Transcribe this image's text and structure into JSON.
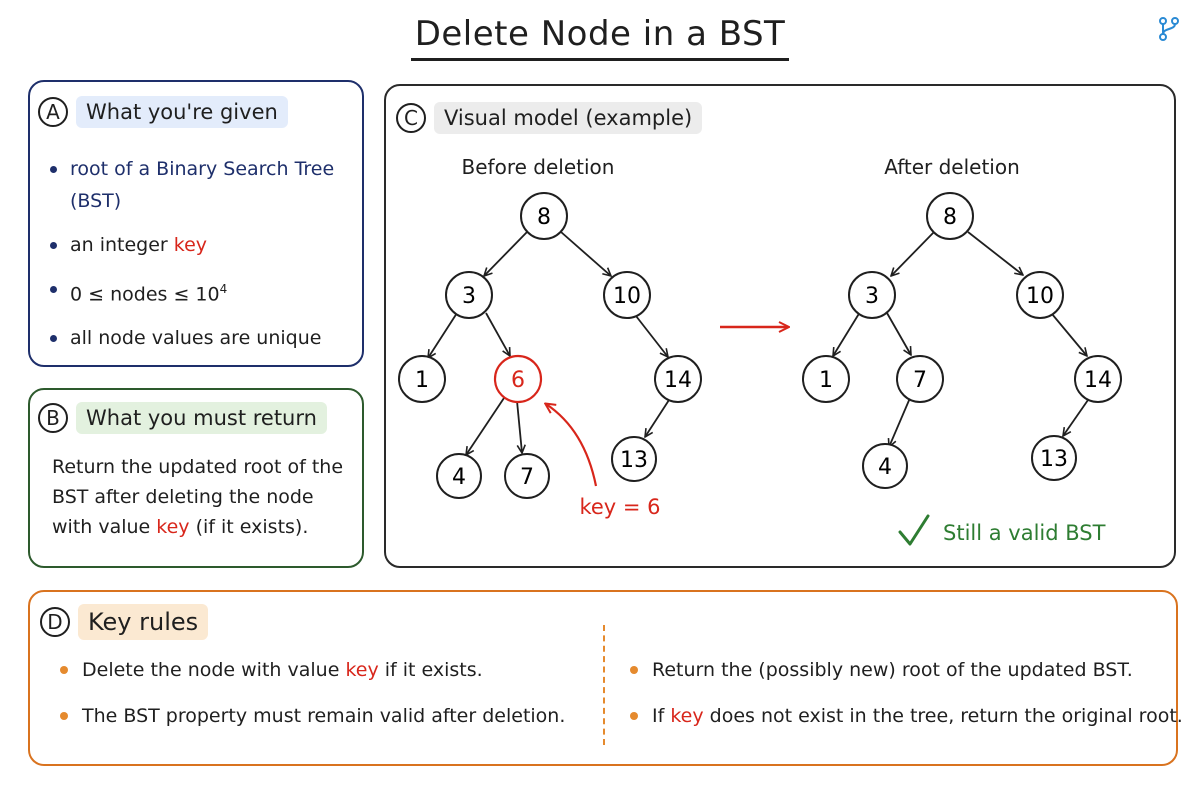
{
  "title": "Delete Node in a BST",
  "logo_icon": "branch-icon",
  "panel_a": {
    "letter": "A",
    "heading": "What you're given",
    "items": [
      {
        "pre": "",
        "hl": "root",
        "post": " of a Binary Search Tree (BST)"
      },
      {
        "pre": "an integer ",
        "hl": "key",
        "post": ""
      },
      {
        "pre": "0 ≤ nodes ≤ 10",
        "sup": "4"
      },
      {
        "pre": "all node values are unique"
      }
    ]
  },
  "panel_b": {
    "letter": "B",
    "heading": "What you must return",
    "pre": "Return the updated root of the BST after deleting the node with value ",
    "hl": "key",
    "post": " (if it exists)."
  },
  "panel_c": {
    "letter": "C",
    "heading": "Visual model (example)",
    "before_label": "Before deletion",
    "after_label": "After deletion",
    "key_label": "key = 6",
    "status": "Still a valid BST",
    "before_nodes": [
      "8",
      "3",
      "10",
      "1",
      "6",
      "14",
      "4",
      "7",
      "13"
    ],
    "after_nodes": [
      "8",
      "3",
      "10",
      "1",
      "7",
      "14",
      "4",
      "13"
    ],
    "deleted_node": "6"
  },
  "panel_d": {
    "letter": "D",
    "heading": "Key rules",
    "left": [
      {
        "pre": "Delete the node with value ",
        "hl": "key",
        "post": " if it exists."
      },
      {
        "pre": "The BST property must remain valid after deletion.",
        "hl": "",
        "post": ""
      }
    ],
    "right": [
      {
        "pre": "Return the (possibly new) root of the updated BST.",
        "hl": "",
        "post": ""
      },
      {
        "pre": "If ",
        "hl": "key",
        "post": " does not exist in the tree, return the original root."
      }
    ]
  },
  "colors": {
    "navy": "#1e2f6b",
    "green": "#2d5a2d",
    "orange": "#d9731f",
    "red": "#d8261b",
    "check": "#2e7d32"
  }
}
